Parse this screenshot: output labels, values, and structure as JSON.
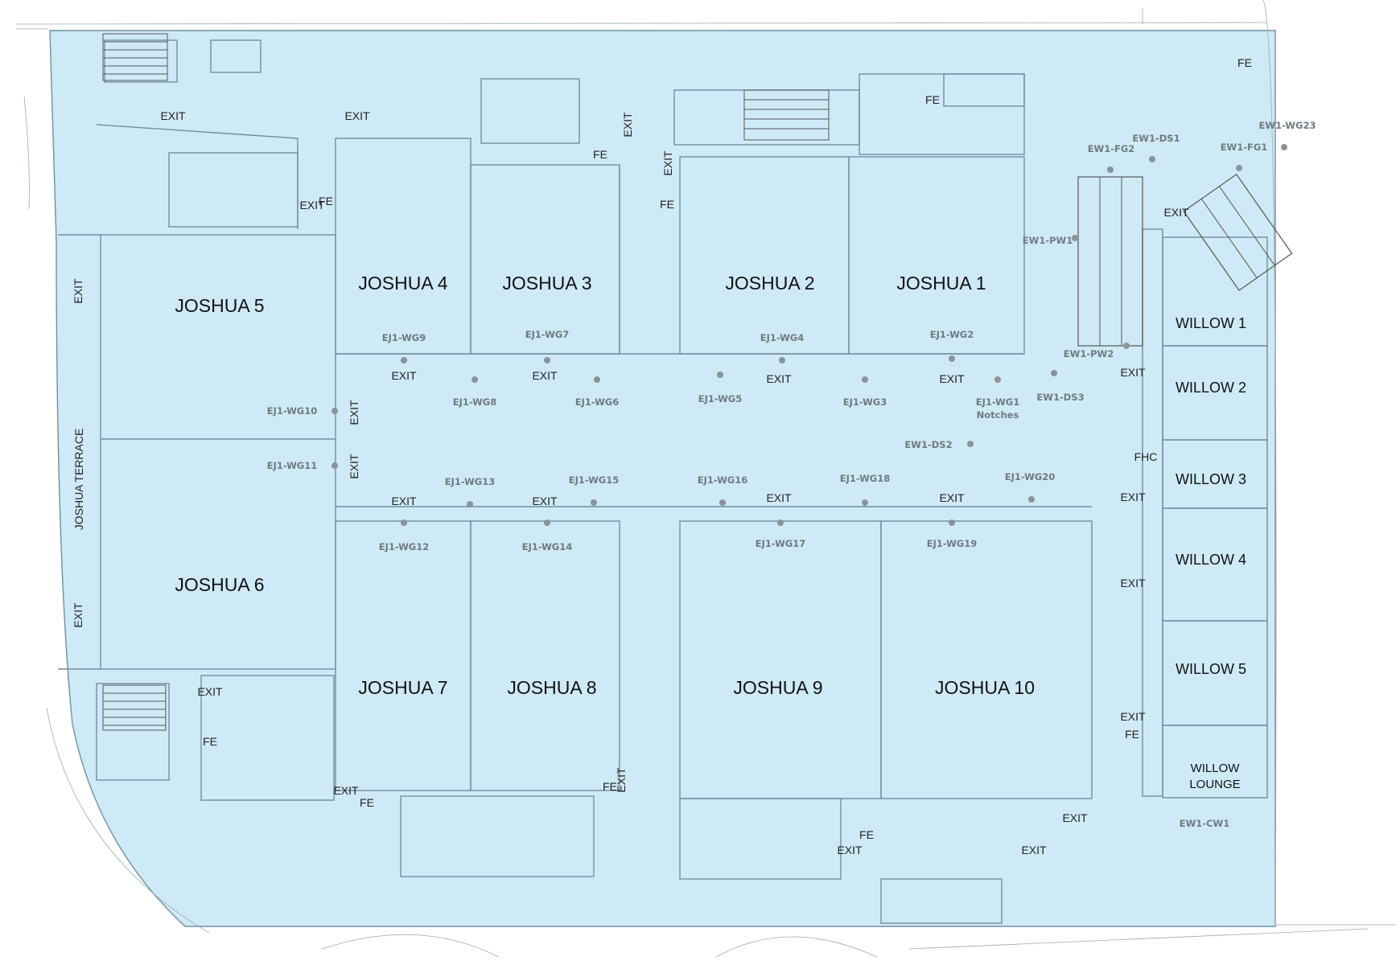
{
  "map_title": "",
  "colors": {
    "floor": "#cfeaf7",
    "wall": "#6f8fa0",
    "point": "#8a9399",
    "label": "#111111"
  },
  "terrace": {
    "label": "JOSHUA TERRACE"
  },
  "rooms": [
    {
      "id": "joshua-5",
      "label": "JOSHUA 5"
    },
    {
      "id": "joshua-4",
      "label": "JOSHUA 4"
    },
    {
      "id": "joshua-3",
      "label": "JOSHUA 3"
    },
    {
      "id": "joshua-2",
      "label": "JOSHUA 2"
    },
    {
      "id": "joshua-1",
      "label": "JOSHUA 1"
    },
    {
      "id": "joshua-6",
      "label": "JOSHUA 6"
    },
    {
      "id": "joshua-7",
      "label": "JOSHUA 7"
    },
    {
      "id": "joshua-8",
      "label": "JOSHUA 8"
    },
    {
      "id": "joshua-9",
      "label": "JOSHUA 9"
    },
    {
      "id": "joshua-10",
      "label": "JOSHUA 10"
    }
  ],
  "willow_rooms": [
    {
      "id": "willow-1",
      "label": "WILLOW 1"
    },
    {
      "id": "willow-2",
      "label": "WILLOW 2"
    },
    {
      "id": "willow-3",
      "label": "WILLOW 3"
    },
    {
      "id": "willow-4",
      "label": "WILLOW 4"
    },
    {
      "id": "willow-5",
      "label": "WILLOW 5"
    }
  ],
  "lounge": {
    "line1": "WILLOW",
    "line2": "LOUNGE"
  },
  "points": [
    {
      "id": "EJ1-WG9",
      "label": "EJ1-WG9"
    },
    {
      "id": "EJ1-WG7",
      "label": "EJ1-WG7"
    },
    {
      "id": "EJ1-WG4",
      "label": "EJ1-WG4"
    },
    {
      "id": "EJ1-WG2",
      "label": "EJ1-WG2"
    },
    {
      "id": "EJ1-WG8",
      "label": "EJ1-WG8"
    },
    {
      "id": "EJ1-WG6",
      "label": "EJ1-WG6"
    },
    {
      "id": "EJ1-WG5",
      "label": "EJ1-WG5"
    },
    {
      "id": "EJ1-WG3",
      "label": "EJ1-WG3"
    },
    {
      "id": "EJ1-WG1",
      "label": "EJ1-WG1",
      "sub": "Notches"
    },
    {
      "id": "EW1-DS3",
      "label": "EW1-DS3"
    },
    {
      "id": "EJ1-WG10",
      "label": "EJ1-WG10"
    },
    {
      "id": "EJ1-WG11",
      "label": "EJ1-WG11"
    },
    {
      "id": "EJ1-WG13",
      "label": "EJ1-WG13"
    },
    {
      "id": "EJ1-WG15",
      "label": "EJ1-WG15"
    },
    {
      "id": "EJ1-WG16",
      "label": "EJ1-WG16"
    },
    {
      "id": "EJ1-WG18",
      "label": "EJ1-WG18"
    },
    {
      "id": "EJ1-WG20",
      "label": "EJ1-WG20"
    },
    {
      "id": "EW1-DS2",
      "label": "EW1-DS2"
    },
    {
      "id": "EJ1-WG12",
      "label": "EJ1-WG12"
    },
    {
      "id": "EJ1-WG14",
      "label": "EJ1-WG14"
    },
    {
      "id": "EJ1-WG17",
      "label": "EJ1-WG17"
    },
    {
      "id": "EJ1-WG19",
      "label": "EJ1-WG19"
    },
    {
      "id": "EW1-PW1",
      "label": "EW1-PW1"
    },
    {
      "id": "EW1-PW2",
      "label": "EW1-PW2"
    },
    {
      "id": "EW1-FG2",
      "label": "EW1-FG2"
    },
    {
      "id": "EW1-DS1",
      "label": "EW1-DS1"
    },
    {
      "id": "EW1-FG1",
      "label": "EW1-FG1"
    },
    {
      "id": "EW1-WG23",
      "label": "EW1-WG23"
    },
    {
      "id": "EW1-CW1",
      "label": "EW1-CW1"
    }
  ],
  "exit_label": "EXIT",
  "fe_label": "FE",
  "fhc_label": "FHC"
}
